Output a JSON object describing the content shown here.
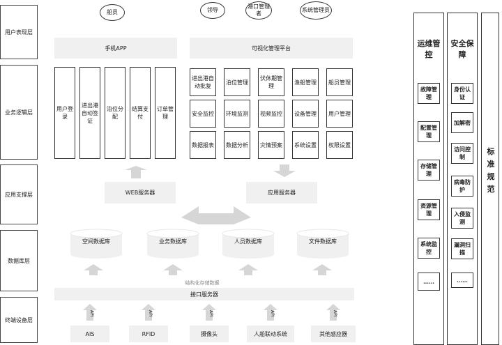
{
  "layers": [
    "用户表现层",
    "业务逻辑层",
    "应用支撑层",
    "数据库层",
    "终端设备层"
  ],
  "users": [
    "船员",
    "领导",
    "港口管理者",
    "系统管理员"
  ],
  "presentation": {
    "mobile": "手机APP",
    "platform": "可视化管理平台"
  },
  "mobile_modules": [
    "用户登录",
    "进出港自动签证",
    "泊位分配",
    "结算支付",
    "订单管理"
  ],
  "platform_modules": [
    "进出港自动批复",
    "泊位管理",
    "伏休期管理",
    "渔船管理",
    "船员管理",
    "安全监控",
    "环境监测",
    "视频监控",
    "设备管理",
    "用户管理",
    "数据报表",
    "数据分析",
    "灾情预案",
    "系统设置",
    "权限设置"
  ],
  "support": {
    "web": "WEB服务器",
    "app": "应用服务器"
  },
  "databases": [
    "空间数据库",
    "业务数据库",
    "人员数据库",
    "文件数据库"
  ],
  "storage_label": "结构化存储数据",
  "interface_server": "接口服务器",
  "api_label": "API",
  "devices": [
    "AIS",
    "RFID",
    "摄像头",
    "人船联动系统",
    "其他感应器"
  ],
  "ops": {
    "title": "运维管控",
    "items": [
      "故障管理",
      "配置管理",
      "存储管理",
      "资源管理",
      "系统监控",
      "……"
    ]
  },
  "security": {
    "title": "安全保障",
    "items": [
      "身份认证",
      "加解密",
      "访问控制",
      "病毒防护",
      "入侵监测",
      "漏洞扫描",
      "……"
    ]
  },
  "standard": "标准规范",
  "colors": {
    "block": "#f0f0f0",
    "arrow": "#d6d6d6",
    "border": "#333333"
  }
}
